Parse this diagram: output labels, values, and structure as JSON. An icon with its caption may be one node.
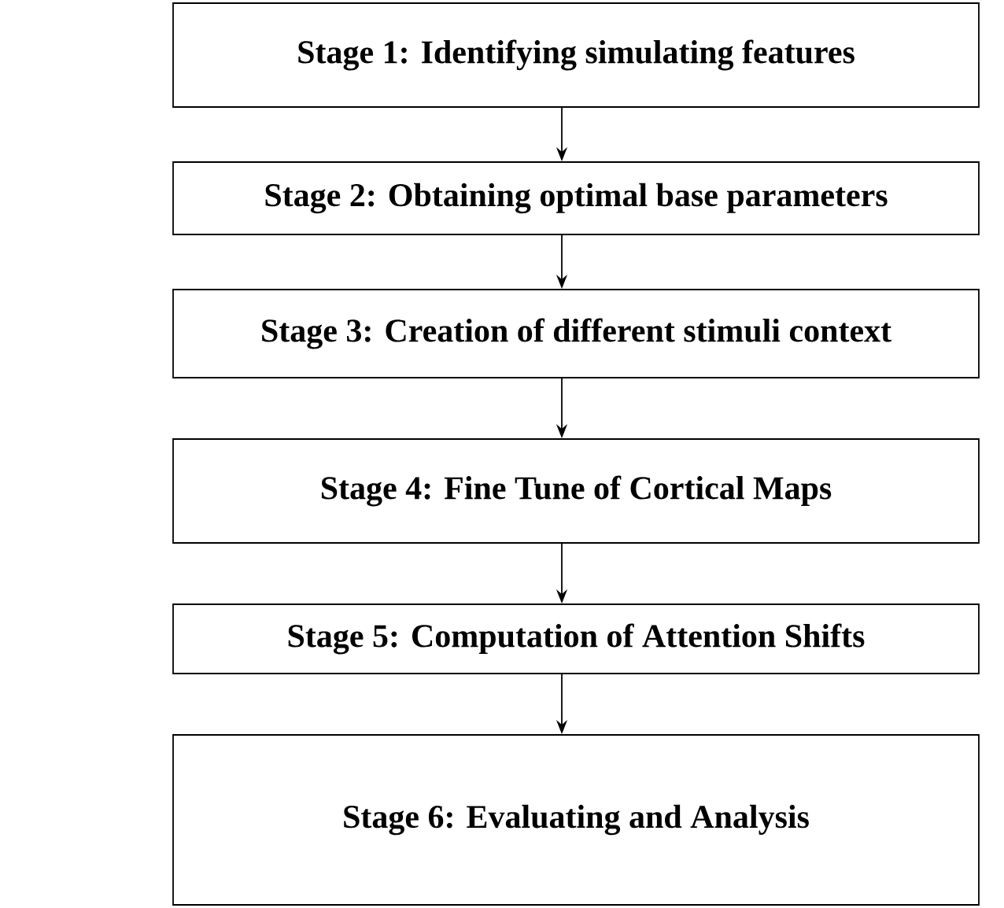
{
  "diagram": {
    "nodes": [
      {
        "text": [
          "Stage 1: Identifying simulating features"
        ]
      },
      {
        "text": [
          "Stage 2: Obtaining optimal base parameters"
        ]
      },
      {
        "text": [
          "Stage 3: Creation of different stimuli context"
        ]
      },
      {
        "text": [
          "Stage 4: Fine Tune of Cortical Maps"
        ]
      },
      {
        "text": [
          "Stage 5: Computation of Attention Shifts"
        ]
      },
      {
        "text": [
          "Stage 6: Evaluating and Analysis"
        ]
      }
    ],
    "edges": [
      {
        "from": 0,
        "to": 1,
        "arrow": "to"
      },
      {
        "from": 1,
        "to": 2,
        "arrow": "to"
      },
      {
        "from": 2,
        "to": 3,
        "arrow": "to"
      },
      {
        "from": 3,
        "to": 4,
        "arrow": "to"
      },
      {
        "from": 4,
        "to": 5,
        "arrow": "to"
      }
    ]
  }
}
